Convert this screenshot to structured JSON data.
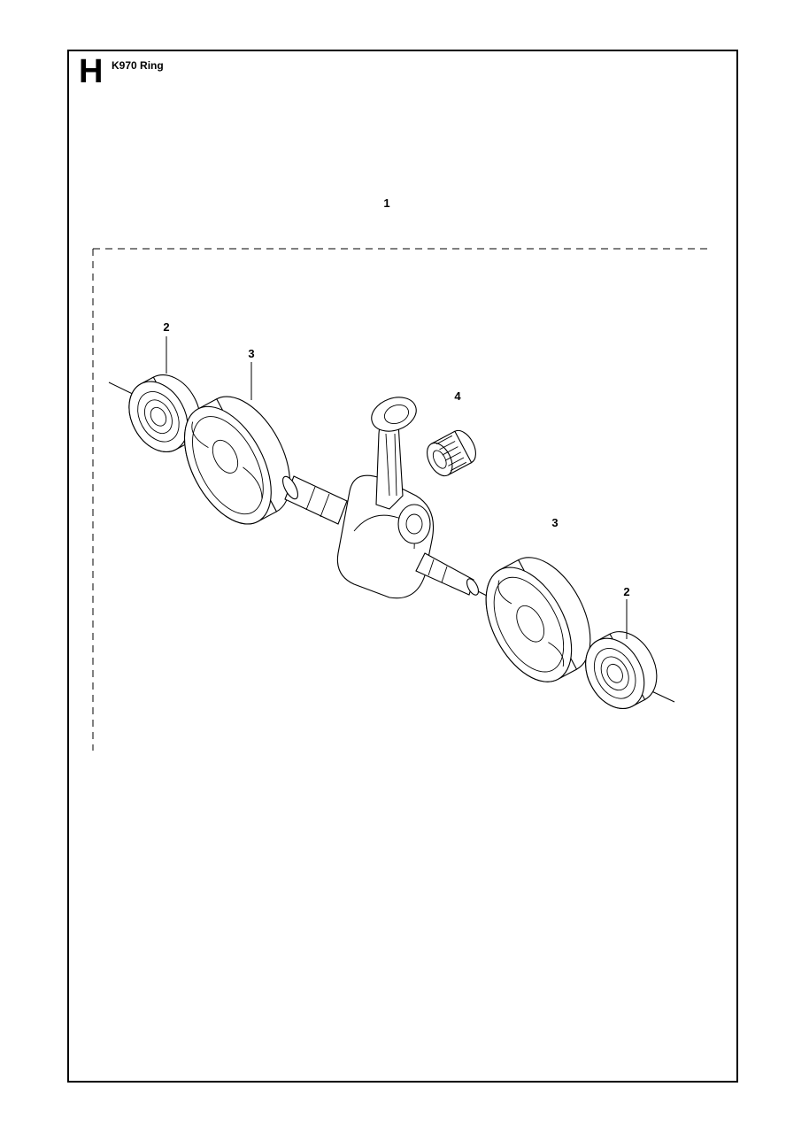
{
  "header": {
    "section_letter": "H",
    "model_title": "K970 Ring"
  },
  "callouts": {
    "assembly": "1",
    "bearing_left": "2",
    "seal_ring_left": "3",
    "needle_bearing": "4",
    "seal_ring_right": "3",
    "bearing_right": "2"
  }
}
